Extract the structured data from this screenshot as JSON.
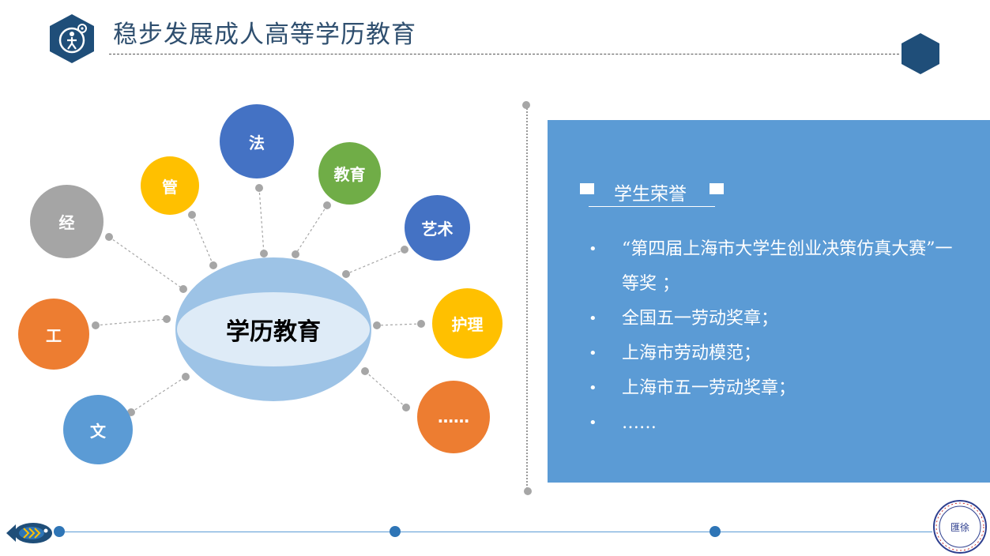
{
  "header": {
    "title": "稳步发展成人高等学历教育"
  },
  "diagram": {
    "center": "学历教育",
    "nodes": {
      "jing": "经",
      "guan": "管",
      "fa": "法",
      "jiaoyu": "教育",
      "yishu": "艺术",
      "gong": "工",
      "huli": "护理",
      "wen": "文",
      "more": "……"
    },
    "colors": {
      "gray": "#a5a5a5",
      "yellow": "#ffc000",
      "blue": "#4472c4",
      "green": "#70ad47",
      "orange": "#ed7d31",
      "light_blue": "#5b9bd5"
    }
  },
  "panel": {
    "title": "学生荣誉",
    "items": [
      "“第四届上海市大学生创业决策仿真大赛”一等奖 ；",
      "全国五一劳动奖章；",
      "上海市劳动模范；",
      "上海市五一劳动奖章；",
      "……"
    ]
  },
  "seal": {
    "glyph": "匯徐"
  },
  "icons": [
    "gear-person-icon",
    "hexagon-icon",
    "fish-icon",
    "university-seal-icon"
  ]
}
